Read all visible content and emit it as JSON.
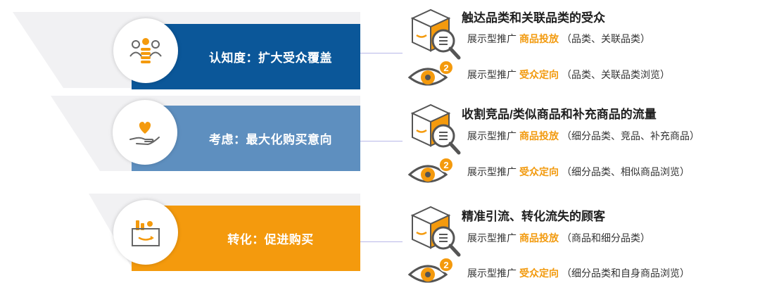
{
  "colors": {
    "awareness": "#0b5799",
    "consideration": "#5e8fbf",
    "conversion": "#f49a0d",
    "highlight": "#f29a0e",
    "connector": "#b8b7e8",
    "funnel_gray": "#f1f1f3"
  },
  "stages": [
    {
      "label": "认知度：扩大受众覆盖",
      "icon": "people-coins-icon",
      "tactics_title": "触达品类和关联品类的受众",
      "lines": [
        {
          "icon": "product-box-magnifier-icon",
          "prefix": "展示型推广",
          "keyword": "商品投放",
          "suffix": "（品类、关联品类）"
        },
        {
          "icon": "eye-badge-2-icon",
          "prefix": "展示型推广",
          "keyword": "受众定向",
          "suffix": "（品类、关联品类浏览）"
        }
      ]
    },
    {
      "label": "考虑：最大化购买意向",
      "icon": "heart-hand-icon",
      "tactics_title": "收割竞品/类似商品和补充商品的流量",
      "lines": [
        {
          "icon": "product-box-magnifier-icon",
          "prefix": "展示型推广",
          "keyword": "商品投放",
          "suffix": "（细分品类、竞品、补充商品）"
        },
        {
          "icon": "eye-badge-2-icon",
          "prefix": "展示型推广",
          "keyword": "受众定向",
          "suffix": "（细分品类、相似商品浏览）"
        }
      ]
    },
    {
      "label": "转化：促进购买",
      "icon": "shopping-basket-icon",
      "tactics_title": "精准引流、转化流失的顾客",
      "lines": [
        {
          "icon": "product-box-magnifier-icon",
          "prefix": "展示型推广",
          "keyword": "商品投放",
          "suffix": "（商品和细分品类）"
        },
        {
          "icon": "eye-badge-2-icon",
          "prefix": "展示型推广",
          "keyword": "受众定向",
          "suffix": "（细分品类和自身商品浏览）"
        }
      ]
    }
  ],
  "badge_number": "2"
}
